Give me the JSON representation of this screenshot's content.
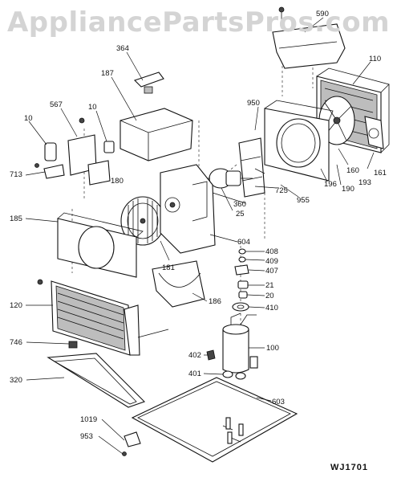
{
  "watermark": "AppliancePartsPros.com",
  "drawing_code": "WJ1701",
  "callouts": [
    "590",
    "110",
    "364",
    "187",
    "567",
    "10",
    "10",
    "950",
    "713",
    "180",
    "196",
    "955",
    "190",
    "193",
    "160",
    "161",
    "725",
    "25",
    "360",
    "185",
    "604",
    "408",
    "409",
    "407",
    "181",
    "21",
    "20",
    "410",
    "186",
    "120",
    "100",
    "746",
    "402",
    "401",
    "320",
    "603",
    "1019",
    "953"
  ]
}
